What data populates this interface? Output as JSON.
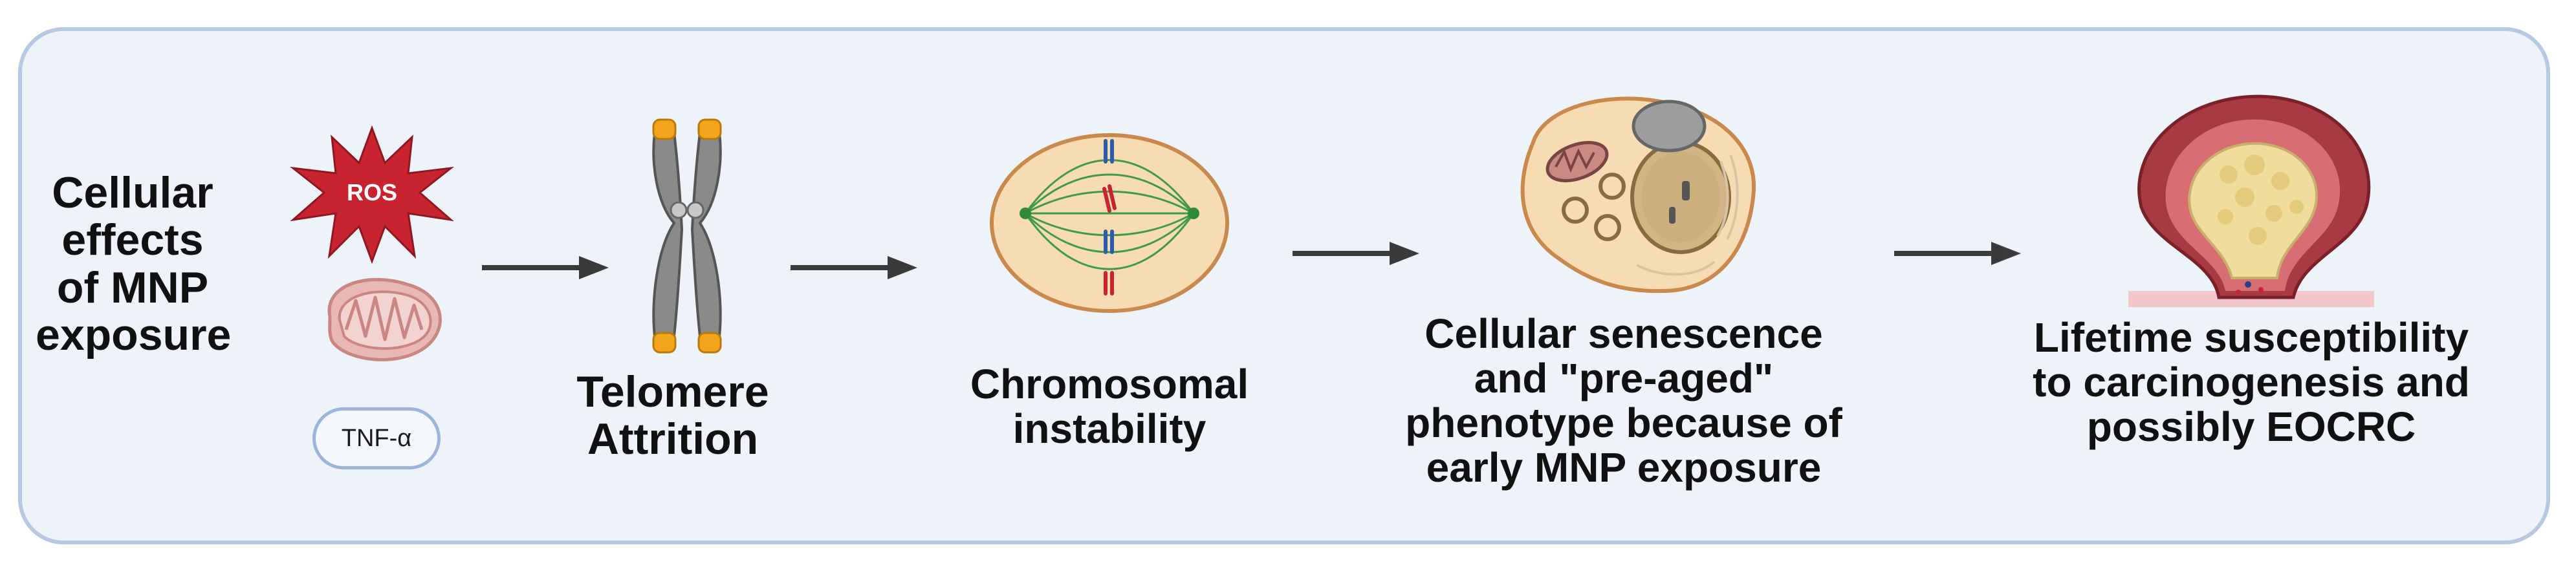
{
  "steps": {
    "exposure_label": "Cellular effects of MNP exposure",
    "telomere_label": "Telomere Attrition",
    "chromosomal_label": "Chromosomal instability",
    "senescence_label": "Cellular senescence and \"pre-aged\" phenotype because of early MNP exposure",
    "lifetime_label": "Lifetime susceptibility to carcinogenesis and possibly EOCRC"
  },
  "mediators": {
    "ros": "ROS",
    "tnf": "TNF-α"
  },
  "colors": {
    "panel_bg": "#eef3fa",
    "panel_border": "#b7c8e3",
    "ros_red": "#c8242f",
    "arrow": "#3a3a3a"
  }
}
